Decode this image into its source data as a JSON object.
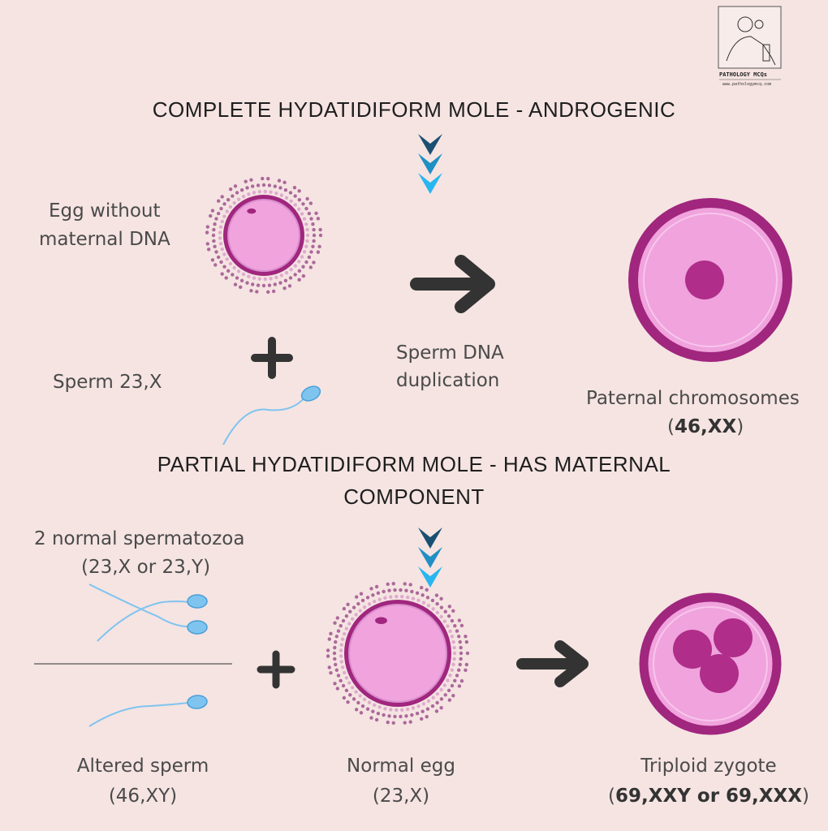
{
  "logo": {
    "name": "PATHOLOGY MCQs",
    "url": "www.pathologymcq.com"
  },
  "complete": {
    "title": "COMPLETE HYDATIDIFORM MOLE - ANDROGENIC",
    "egg_label_1": "Egg without",
    "egg_label_2": "maternal DNA",
    "sperm_label": "Sperm 23,X",
    "plus": "+",
    "process_1": "Sperm DNA",
    "process_2": "duplication",
    "result_label": "Paternal chromosomes",
    "result_open": "(",
    "result_karyotype": "46,XX",
    "result_close": ")"
  },
  "partial": {
    "title_1": "PARTIAL HYDATIDIFORM MOLE - HAS MATERNAL",
    "title_2": "COMPONENT",
    "sperm_label_1": "2 normal spermatozoa",
    "sperm_label_2": "(23,X or 23,Y)",
    "plus": "+",
    "altered_label": "Altered sperm",
    "altered_karyotype": "(46,XY)",
    "egg_label": "Normal egg",
    "egg_karyotype": "(23,X)",
    "result_label": "Triploid zygote",
    "result_open": "(",
    "result_karyotype": "69,XXY or 69,XXX",
    "result_close": ")"
  },
  "colors": {
    "background": "#f5e4e2",
    "membrane": "#a0267e",
    "cytoplasm": "#f0a3dd",
    "nucleus": "#b02d8a",
    "chevron_dark": "#1b4f72",
    "chevron_mid": "#1f8fc4",
    "chevron_light": "#29b6f0",
    "arrow": "#333333",
    "sperm": "#7fc4ef"
  }
}
